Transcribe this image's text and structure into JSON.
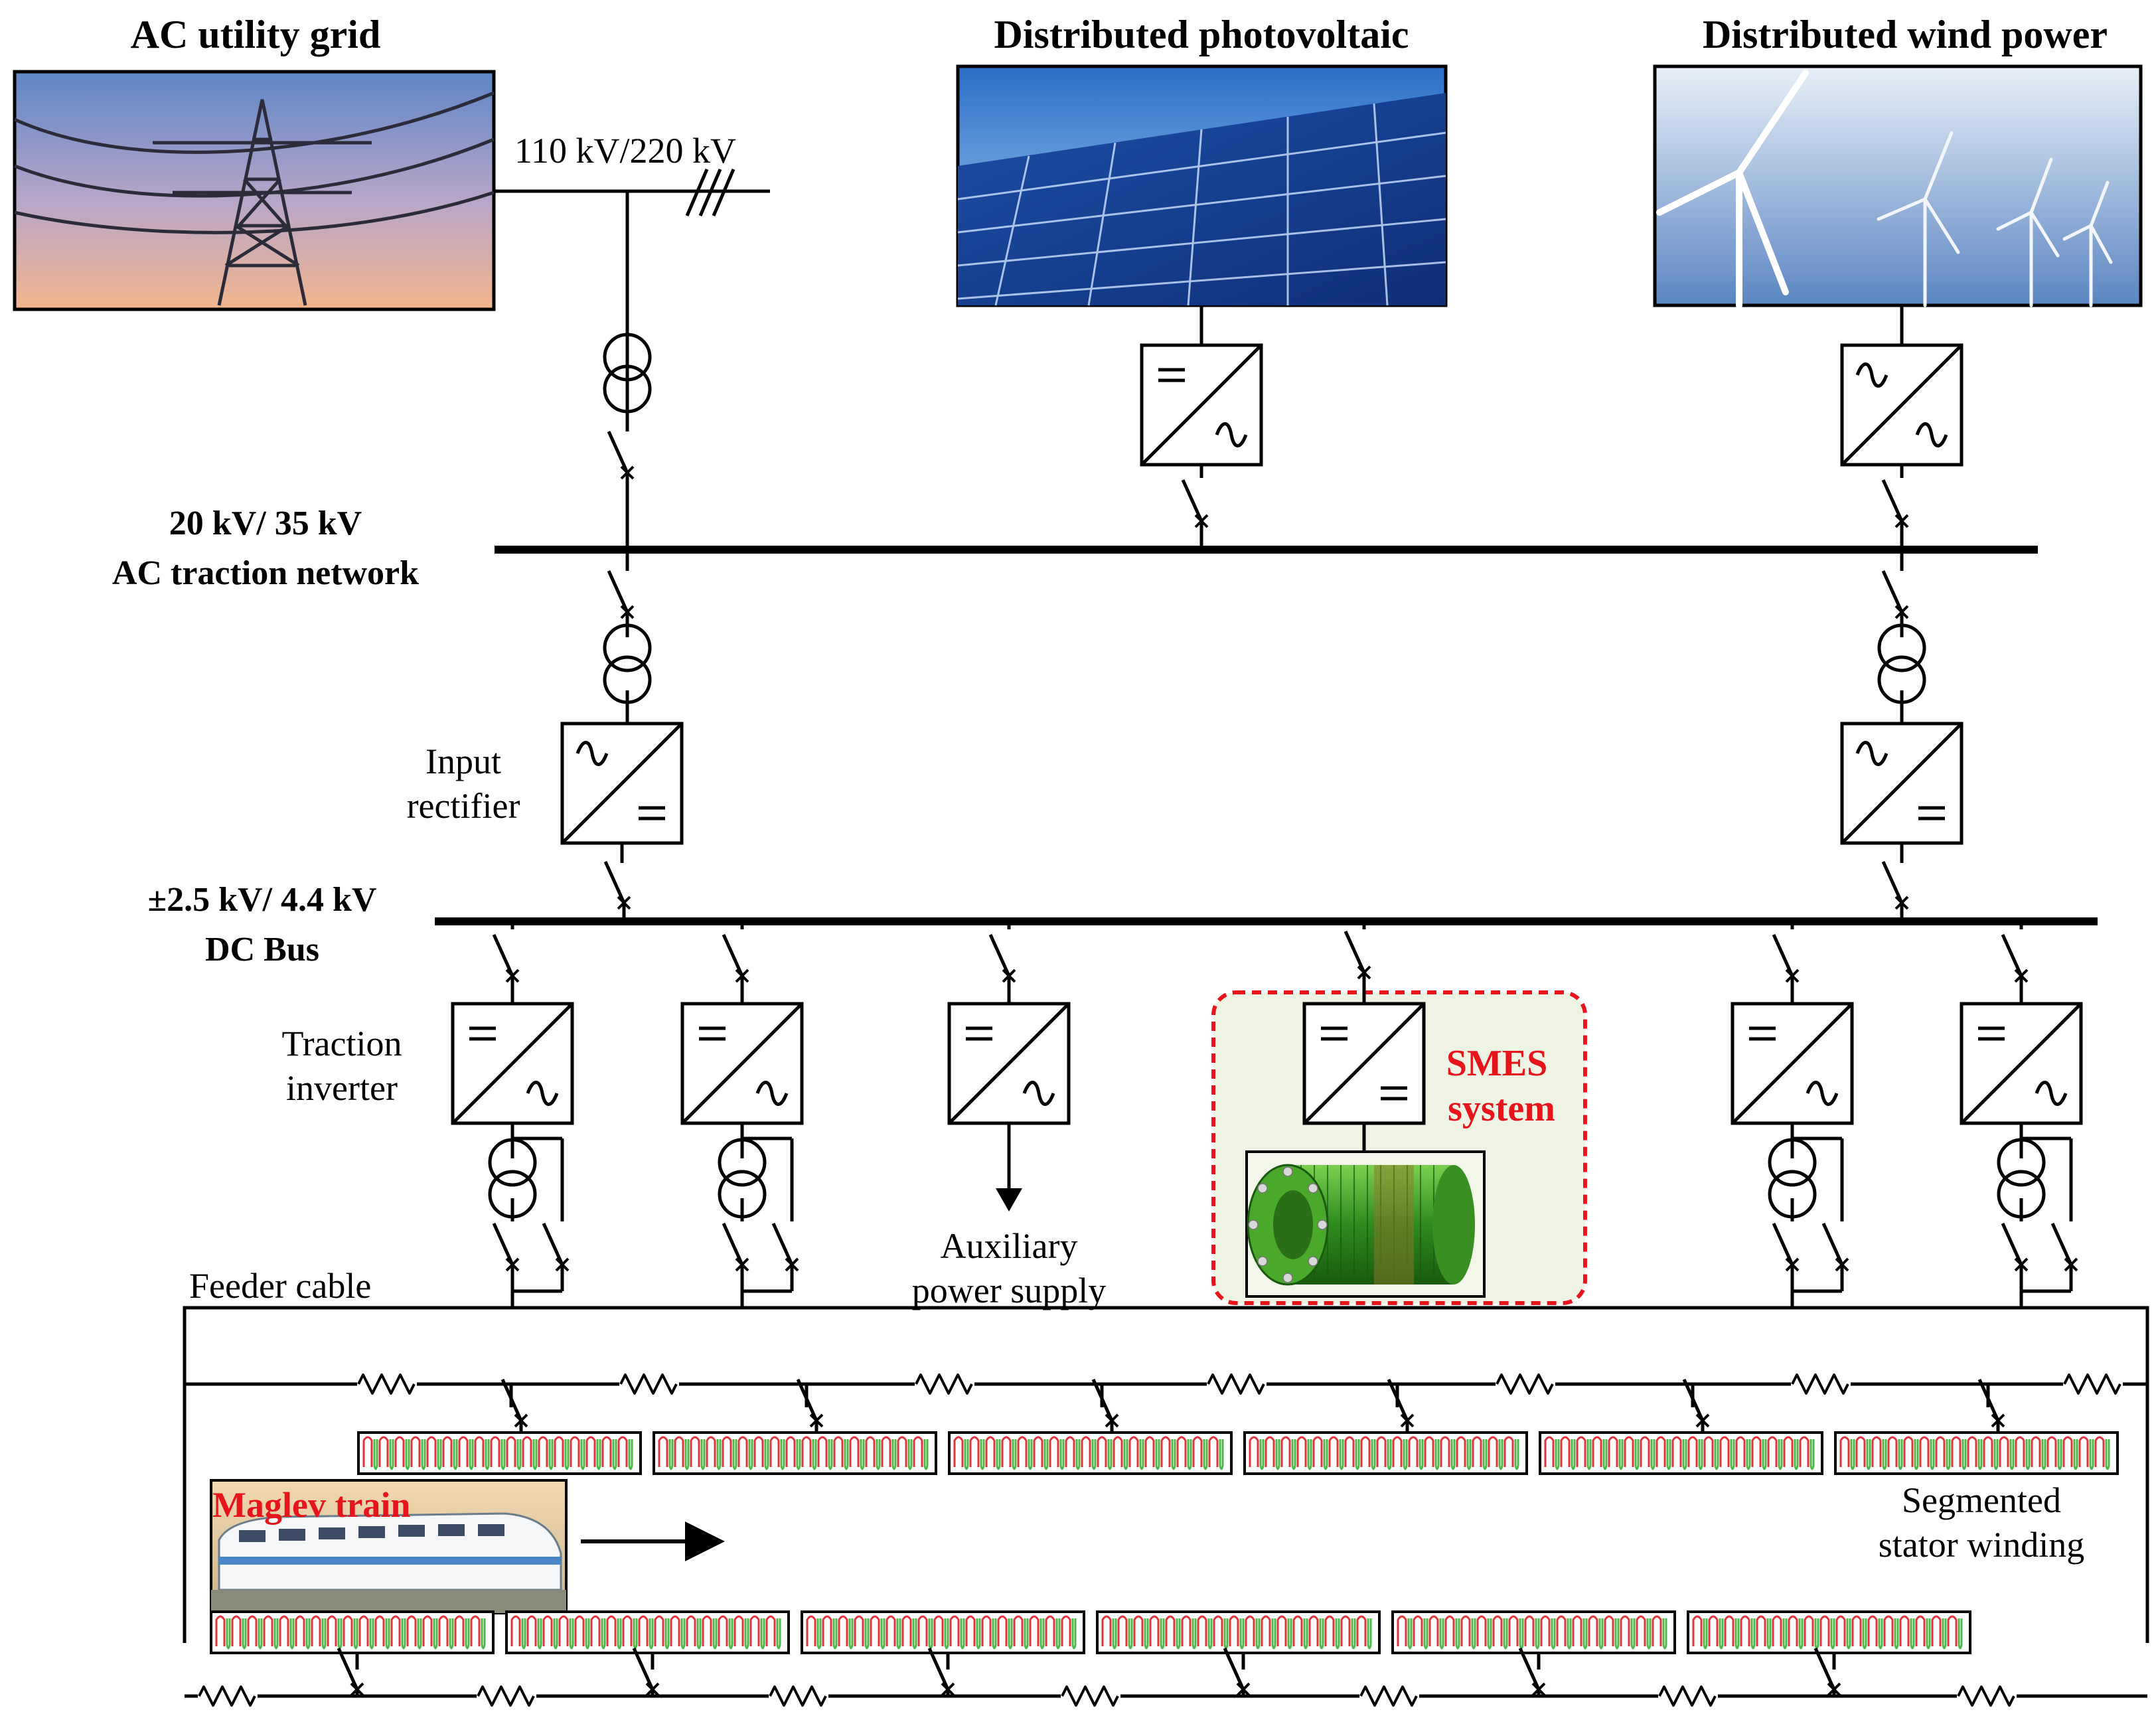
{
  "sources": {
    "grid_title": "AC utility grid",
    "pv_title": "Distributed photovoltaic",
    "wind_title": "Distributed wind power",
    "grid_voltage": "110 kV/220 kV"
  },
  "buses": {
    "ac_voltage": "20 kV/ 35 kV",
    "ac_name": "AC traction network",
    "dc_voltage": "±2.5 kV/ 4.4 kV",
    "dc_name": "DC Bus"
  },
  "components": {
    "rectifier_line1": "Input",
    "rectifier_line2": "rectifier",
    "inverter_line1": "Traction",
    "inverter_line2": "inverter",
    "aux_line1": "Auxiliary",
    "aux_line2": "power supply",
    "smes_line1": "SMES",
    "smes_line2": "system",
    "feeder": "Feeder cable",
    "stator_line1": "Segmented",
    "stator_line2": "stator winding",
    "train": "Maglev train"
  },
  "colors": {
    "smes_label": "#e8141c",
    "smes_fill": "#eef3e4",
    "coil_green": "#2f8a1e",
    "winding_red": "#e0343c",
    "winding_green": "#4cb848"
  }
}
